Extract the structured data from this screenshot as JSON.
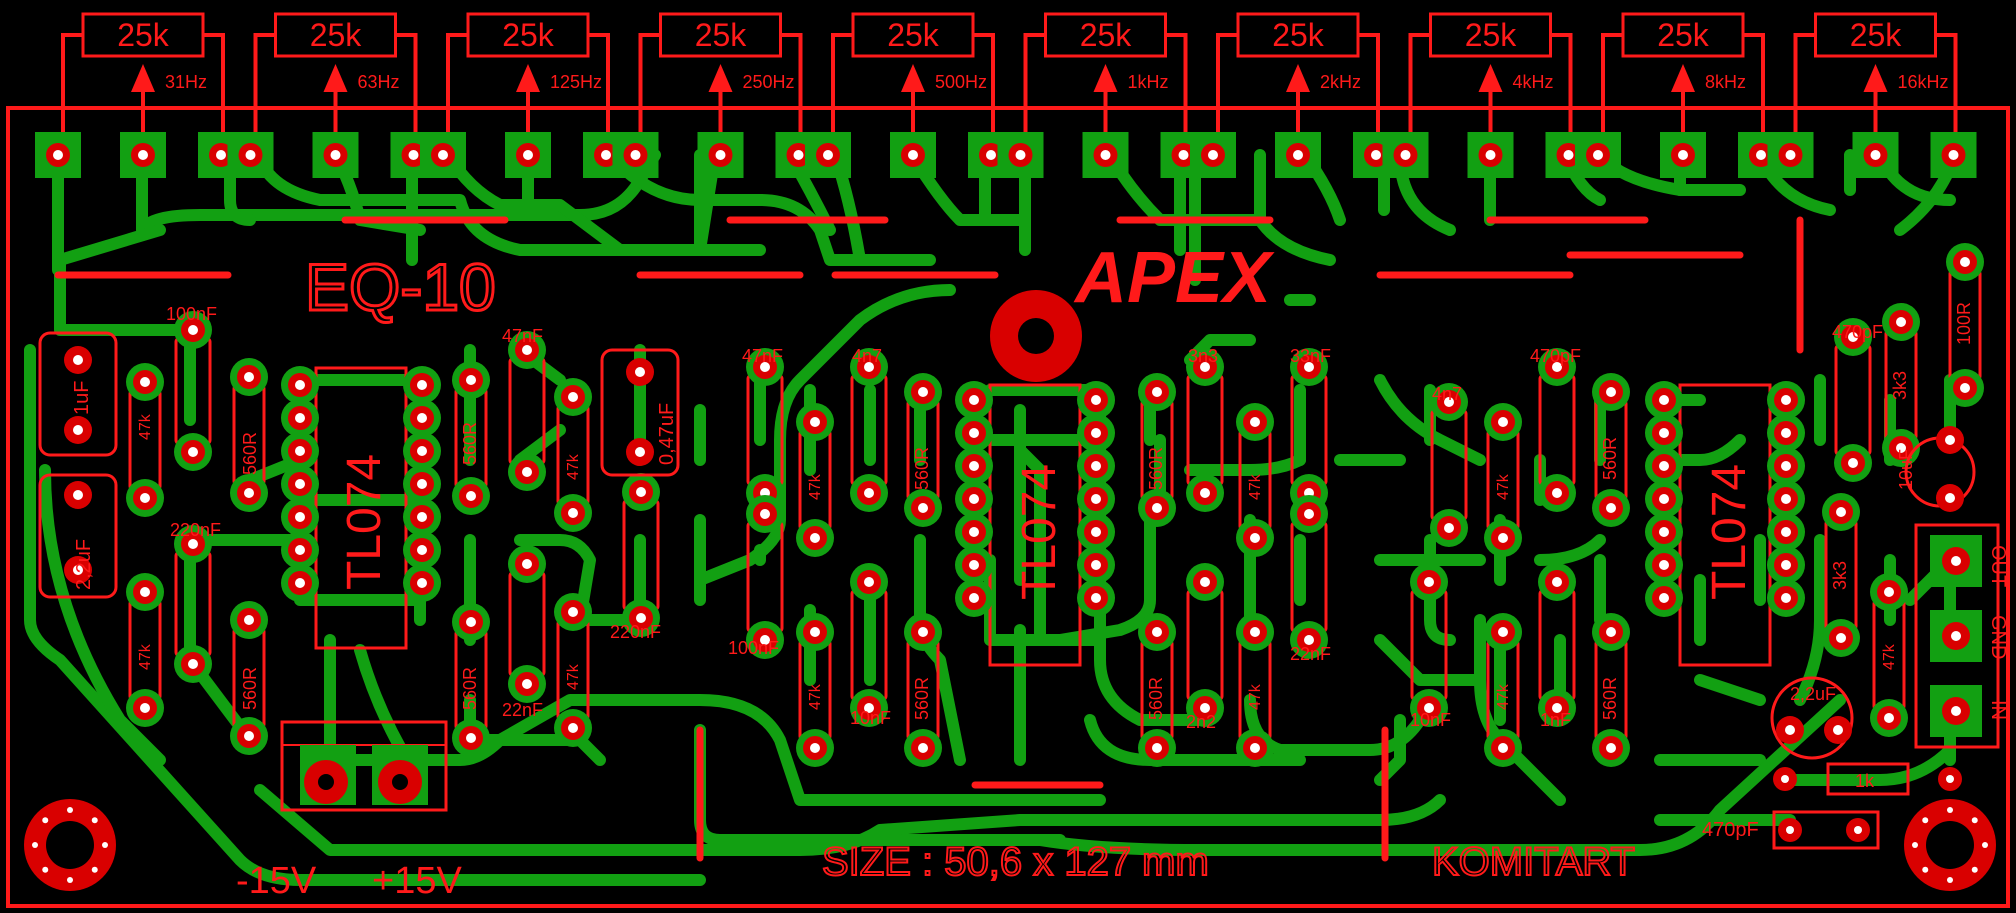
{
  "board": {
    "title": "EQ-10",
    "brand": "APEX",
    "maker": "KOMITART",
    "size_label": "SIZE : 50,6 x 127 mm",
    "colors": {
      "background": "#000000",
      "copper": "#12a012",
      "silk": "#ff1a1a"
    }
  },
  "pots": [
    {
      "value": "25k",
      "band": "31Hz"
    },
    {
      "value": "25k",
      "band": "63Hz"
    },
    {
      "value": "25k",
      "band": "125Hz"
    },
    {
      "value": "25k",
      "band": "250Hz"
    },
    {
      "value": "25k",
      "band": "500Hz"
    },
    {
      "value": "25k",
      "band": "1kHz"
    },
    {
      "value": "25k",
      "band": "2kHz"
    },
    {
      "value": "25k",
      "band": "4kHz"
    },
    {
      "value": "25k",
      "band": "8kHz"
    },
    {
      "value": "25k",
      "band": "16kHz"
    }
  ],
  "ics": [
    "TL074",
    "TL074",
    "TL074"
  ],
  "connectors": {
    "power": {
      "neg": "-15V",
      "pos": "+15V"
    },
    "output": [
      "OUT",
      "GND",
      "IN"
    ]
  },
  "labels": {
    "c_100nF": "100nF",
    "c_1uF": "1uF",
    "c_2_2uF_a": "2,2uF",
    "c_220nF_a": "220nF",
    "r_47k_a": "47k",
    "r_47k_b": "47k",
    "r_560R_a": "560R",
    "r_560R_b": "560R",
    "c_47nF_a": "47nF",
    "r_560R_c": "560R",
    "r_47k_c": "47k",
    "c_0_47uF": "0,47uF",
    "c_22nF_a": "22nF",
    "r_560R_d": "560R",
    "r_47k_d": "47k",
    "c_220nF_b": "220nF",
    "c_47nF_b": "47nF",
    "c_4n7_a": "4n7",
    "r_47k_e": "47k",
    "r_560R_e": "560R",
    "c_100nF_b": "100nF",
    "c_10nF_a": "10nF",
    "r_47k_f": "47k",
    "r_560R_f": "560R",
    "c_3n3": "3n3",
    "c_33nF": "33nF",
    "r_560R_g": "560R",
    "r_47k_g": "47k",
    "c_2n2": "2n2",
    "c_22nF_b": "22nF",
    "r_560R_h": "560R",
    "r_47k_h": "47k",
    "c_4n7_b": "4n7",
    "c_470pF_a": "470pF",
    "r_47k_i": "47k",
    "r_560R_i": "560R",
    "c_10nF_b": "10nF",
    "c_1nF": "1nF",
    "r_47k_j": "47k",
    "r_560R_j": "560R",
    "c_470pF_b": "470pF",
    "r_3k3_a": "3k3",
    "r_100R": "100R",
    "c_10uF": "10uF",
    "r_3k3_b": "3k3",
    "r_47k_k": "47k",
    "c_2_2uF_b": "2,2uF",
    "r_1k": "1k",
    "c_470pF_c": "470pF"
  }
}
